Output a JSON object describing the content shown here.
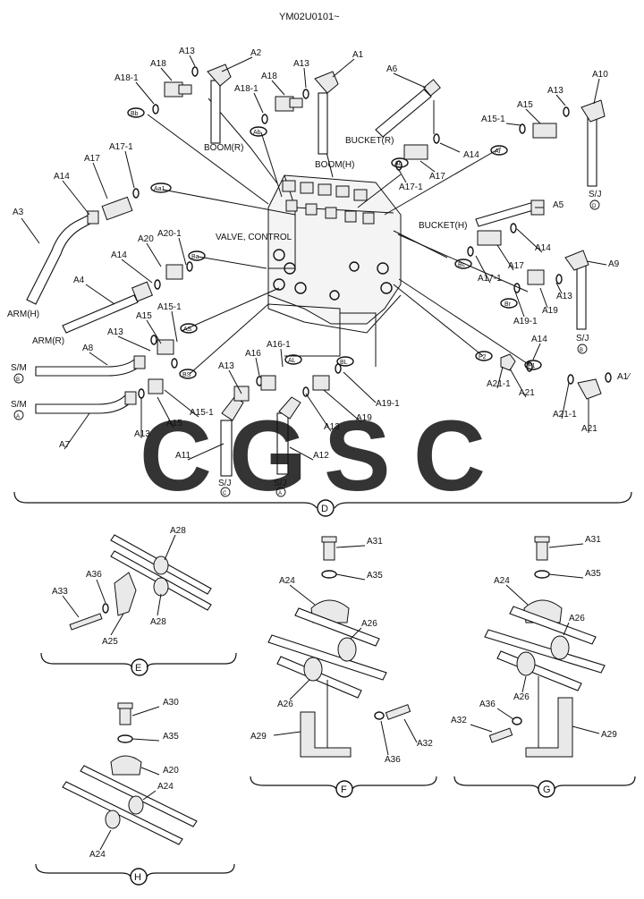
{
  "doc_code": "YM02U0101~",
  "assembly_label": "VALVE, CONTROL",
  "ports": {
    "bb": "Bb",
    "ab": "Ab",
    "ac": "Ac",
    "ar": "Ar",
    "aa1": "Aa1",
    "ba": "Ba",
    "bc": "Bc",
    "br": "Br",
    "as": "AS",
    "bs": "BS",
    "al": "AL",
    "bl": "BL",
    "p2": "P2",
    "p1": "P1"
  },
  "hoses": {
    "boom_r": "BOOM(R)",
    "boom_h": "BOOM(H)",
    "bucket_r": "BUCKET(R)",
    "bucket_h": "BUCKET(H)",
    "arm_h": "ARM(H)",
    "arm_r": "ARM(R)",
    "sj": "S/J",
    "sm": "S/M",
    "sj_d": "D",
    "sj_b": "B",
    "sj_c": "C",
    "sj_a": "A",
    "sm_b": "B",
    "sm_a": "A"
  },
  "views": {
    "d": "D",
    "e": "E",
    "f": "F",
    "g": "G",
    "h": "H"
  },
  "labels": {
    "a1": "A1",
    "a2": "A2",
    "a3": "A3",
    "a4": "A4",
    "a5": "A5",
    "a6": "A6",
    "a7": "A7",
    "a8": "A8",
    "a9": "A9",
    "a10": "A10",
    "a11": "A11",
    "a12": "A12",
    "a13": "A13",
    "a14": "A14",
    "a14_cut": "A1⁄",
    "a15": "A15",
    "a15_1": "A15-1",
    "a16": "A16",
    "a16_1": "A16-1",
    "a17": "A17",
    "a17_1": "A17-1",
    "a18": "A18",
    "a18_1": "A18-1",
    "a19": "A19",
    "a19_1": "A19-1",
    "a20": "A20",
    "a20_1": "A20-1",
    "a21": "A21",
    "a21_1": "A21-1",
    "a24": "A24",
    "a25": "A25",
    "a26": "A26",
    "a28": "A28",
    "a29": "A29",
    "a30": "A30",
    "a31": "A31",
    "a32": "A32",
    "a33": "A33",
    "a35": "A35",
    "a36": "A36"
  },
  "watermark": {
    "letters": [
      "C",
      "G",
      "S",
      "C"
    ],
    "colors": [
      "#5b8ff0",
      "#ef7b6e",
      "#f6d35a",
      "#4fb287"
    ]
  }
}
